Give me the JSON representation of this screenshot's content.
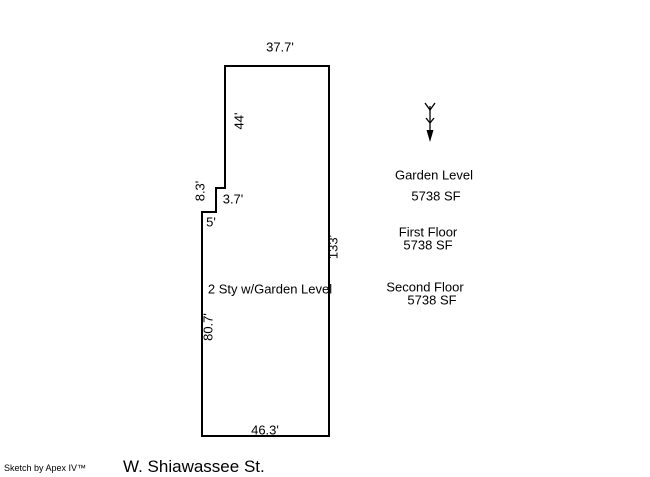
{
  "sketch": {
    "outline_label": "2 Sty w/Garden Level",
    "dimensions": {
      "top": "37.7'",
      "left_upper": "44'",
      "notch_side": "8.3'",
      "notch_top": "3.7'",
      "notch_step": "5'",
      "right": "133'",
      "left_lower": "80.7'",
      "bottom": "46.3'"
    },
    "levels": [
      {
        "name": "Garden Level",
        "area": "5738 SF"
      },
      {
        "name": "First Floor",
        "area": "5738 SF"
      },
      {
        "name": "Second Floor",
        "area": "5738 SF"
      }
    ],
    "street_label": "W. Shiawassee St.",
    "credit": "Sketch by Apex IV™",
    "icons": {
      "north_arrow": "north-arrow-pointing-down"
    },
    "colors": {
      "line": "#000000",
      "text": "#000000",
      "background": "#ffffff"
    }
  }
}
